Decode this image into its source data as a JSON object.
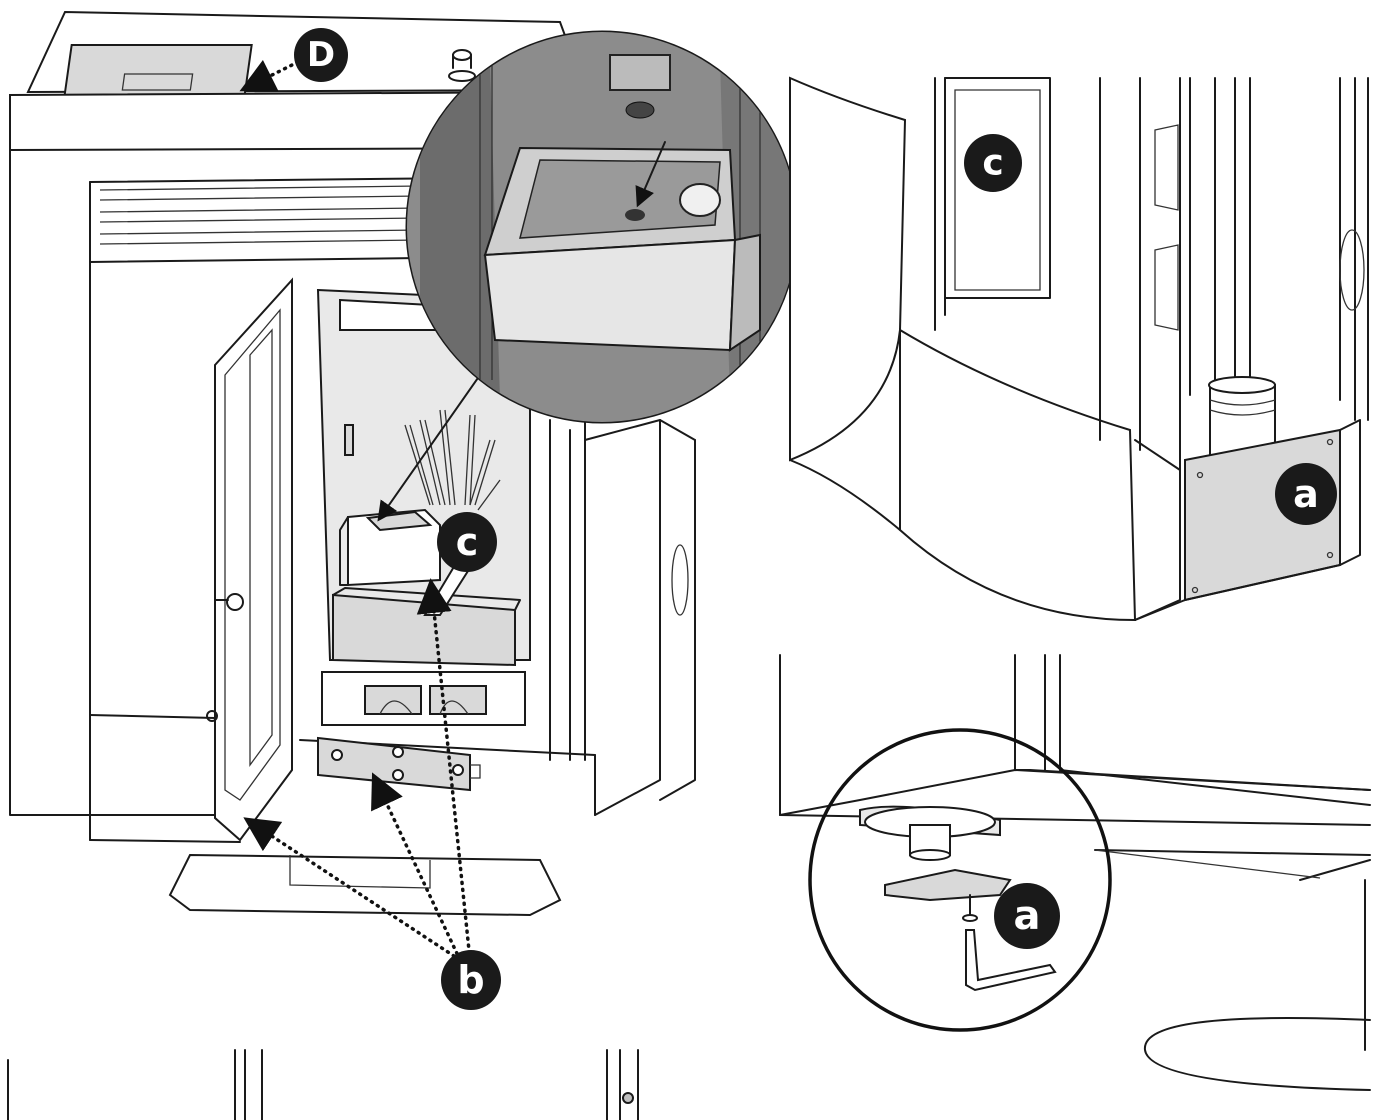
{
  "callouts": {
    "D": "D",
    "a_detail": "a",
    "a_screw": "a",
    "b": "b",
    "c_stove": "c",
    "c_side": "c"
  },
  "colors": {
    "badge": "#1a1a1a",
    "badge_text": "#ffffff",
    "panel_gray": "#d9d9d9",
    "line": "#1a1a1a"
  },
  "icons": [
    "arrow-icon",
    "dotted-leader-icon",
    "hex-key-icon"
  ]
}
